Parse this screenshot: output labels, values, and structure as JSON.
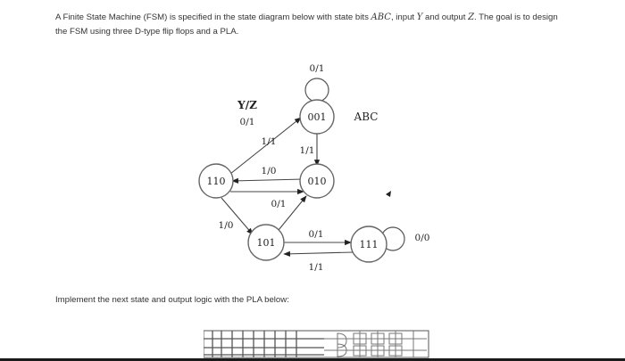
{
  "prompt": {
    "line1_a": "A Finite State Machine (FSM) is specified in the state diagram below with state bits ",
    "state_bits": "ABC",
    "line1_b": ", input ",
    "input_var": "Y",
    "line1_c": " and output ",
    "output_var": "Z",
    "line1_d": ". The goal is to design",
    "line2": "the FSM using three D-type flip flops and a PLA."
  },
  "diagram": {
    "legend_top": "Y/Z",
    "legend_bottom": "0/1",
    "state_bits_label": "ABC",
    "states": {
      "s001": "001",
      "s010": "010",
      "s110": "110",
      "s101": "101",
      "s111": "111"
    },
    "transitions": {
      "self_001": "0/1",
      "t110_001": "1/1",
      "t001_010": "1/1",
      "t010_110": "1/0",
      "t101_010": "0/1",
      "t110_101": "1/0",
      "t010_111": "0/1",
      "t111_101": "1/1",
      "self_111": "0/0"
    }
  },
  "instructions": "Implement the next state and output logic with the PLA below:"
}
